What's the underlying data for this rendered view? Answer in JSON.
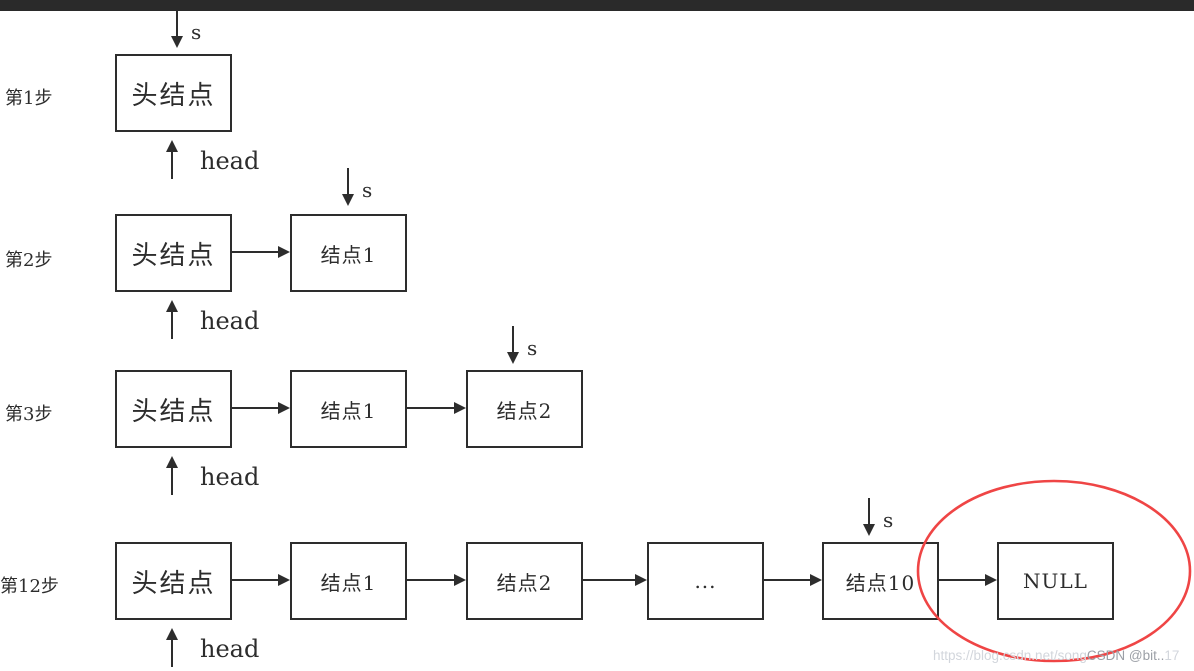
{
  "diagram": {
    "description_type": "linked-list construction steps",
    "rows": [
      {
        "step": "第1步",
        "nodes": [
          "头结点"
        ],
        "s_label": "s",
        "head_label": "head"
      },
      {
        "step": "第2步",
        "nodes": [
          "头结点",
          "结点1"
        ],
        "s_label": "s",
        "head_label": "head"
      },
      {
        "step": "第3步",
        "nodes": [
          "头结点",
          "结点1",
          "结点2"
        ],
        "s_label": "s",
        "head_label": "head"
      },
      {
        "step": "第12步",
        "nodes": [
          "头结点",
          "结点1",
          "结点2",
          "...",
          "结点10",
          "NULL"
        ],
        "s_label": "s",
        "head_label": "head"
      }
    ],
    "annotation": {
      "shape": "ellipse",
      "target": "NULL",
      "color": "#ef4545"
    },
    "line_color": "#2d2d2d",
    "topbar_color": "#2a2a2a"
  },
  "watermark": {
    "url_text": "https://blog.csdn.net/song",
    "overlay_text": "CSDN @bit..",
    "suffix_text": "17"
  }
}
